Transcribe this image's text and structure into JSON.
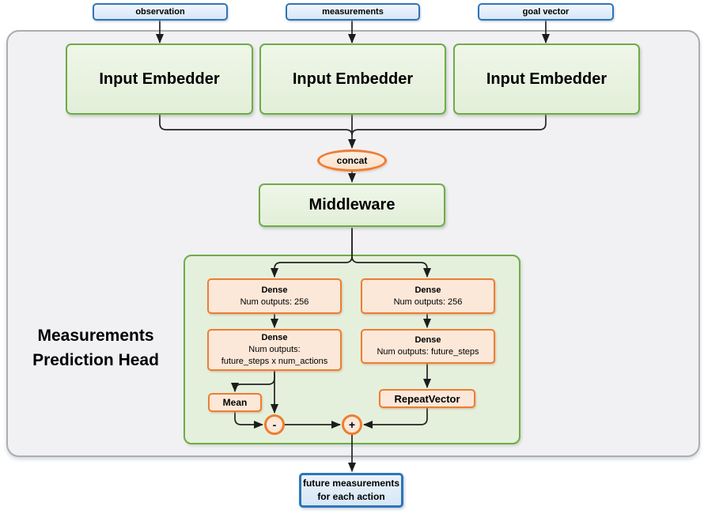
{
  "figure": {
    "inputs": [
      {
        "label": "observation"
      },
      {
        "label": "measurements"
      },
      {
        "label": "goal vector"
      }
    ],
    "embedders": [
      {
        "label": "Input Embedder"
      },
      {
        "label": "Input Embedder"
      },
      {
        "label": "Input Embedder"
      }
    ],
    "concat_label": "concat",
    "middleware_label": "Middleware",
    "head": {
      "title_line1": "Measurements",
      "title_line2": "Prediction Head",
      "action_branch": {
        "dense_256": {
          "title": "Dense",
          "line2": "Num outputs: 256"
        },
        "dense_actions": {
          "title": "Dense",
          "line2": "Num outputs:",
          "line3": "future_steps x num_actions"
        },
        "mean_label": "Mean",
        "minus_label": "-"
      },
      "expectation_branch": {
        "dense_256": {
          "title": "Dense",
          "line2": "Num outputs: 256"
        },
        "dense_steps": {
          "title": "Dense",
          "line2": "Num outputs: future_steps"
        },
        "repeat_label": "RepeatVector",
        "plus_label": "+"
      }
    },
    "output": {
      "line1": "future measurements",
      "line2": "for each action"
    },
    "colors": {
      "green_border": "#6FAC46",
      "green_container_fill": "#E5F0DC",
      "orange_border": "#ED7D31",
      "orange_fill": "#FCE8D8",
      "blue_border": "#2E75B6",
      "outer_fill": "#F1F1F3",
      "outer_border": "#ADADAD",
      "connector": "#232323"
    }
  }
}
